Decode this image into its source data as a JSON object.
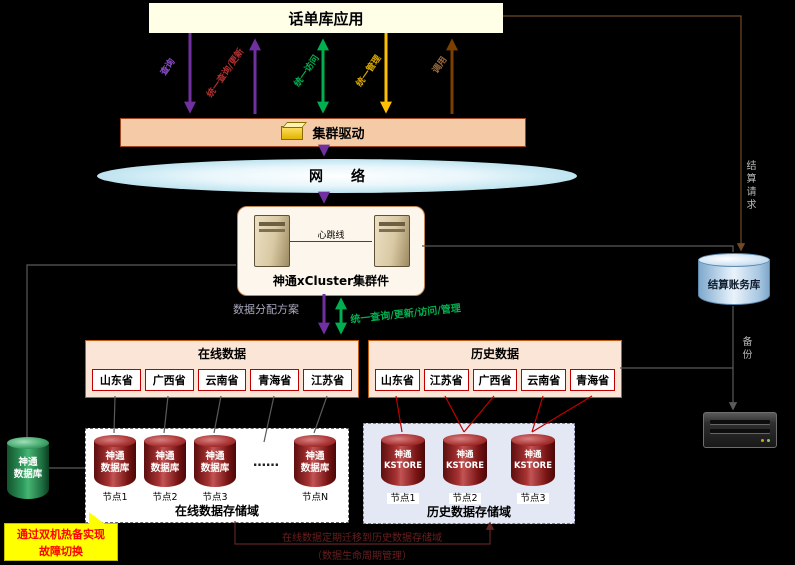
{
  "colors": {
    "background": "#000000",
    "app_box_bg": "#FFFFE8",
    "bar_bg": "#F5CBA7",
    "bar_border": "#9C4722",
    "panel_bg": "#FBE5D6",
    "panel_border": "#C55A11",
    "purple": "#7030A0",
    "green": "#00B050",
    "yellow": "#FFC000",
    "brown": "#7B3F00",
    "red": "#C00000",
    "db_cylinder": "#8B1A1A",
    "standby_cylinder": "#2E8B57",
    "settlement_cylinder": "#BDD7EE",
    "callout_bg": "#FFFF00",
    "callout_text": "#FF0000",
    "history_domain_bg": "#E4E8F5"
  },
  "app": {
    "title": "话单库应用"
  },
  "flows": {
    "f1": "查询",
    "f2": "统一查询/更新",
    "f3": "统一访问",
    "f4": "统一管理",
    "f5": "调用"
  },
  "cluster": {
    "driver": "集群驱动",
    "network": "网　　络",
    "heartbeat": "心跳线",
    "name": "神通xCluster集群件",
    "distribution": "数据分配方案",
    "unified": "统一查询/更新/访问/管理"
  },
  "online": {
    "title": "在线数据",
    "provinces": [
      "山东省",
      "广西省",
      "云南省",
      "青海省",
      "江苏省"
    ]
  },
  "history": {
    "title": "历史数据",
    "provinces": [
      "山东省",
      "江苏省",
      "广西省",
      "云南省",
      "青海省"
    ]
  },
  "online_storage": {
    "label": "在线数据存储域",
    "db_l1": "神通",
    "db_l2": "数据库",
    "ellipsis": "……",
    "nodes": [
      "节点1",
      "节点2",
      "节点3",
      "节点N"
    ]
  },
  "history_storage": {
    "label": "历史数据存储域",
    "db_l1": "神通",
    "db_l2": "KSTORE",
    "nodes": [
      "节点1",
      "节点2",
      "节点3"
    ]
  },
  "standby": {
    "db_l1": "神通",
    "db_l2": "数据库",
    "callout_l1": "通过双机热备实现",
    "callout_l2": "故障切换"
  },
  "right": {
    "request": "结算请求",
    "settlement_db": "结算账务库",
    "backup": "备份"
  },
  "bottom": {
    "migration_l1": "在线数据定期迁移到历史数据存储域",
    "migration_l2": "（数据生命周期管理）"
  }
}
